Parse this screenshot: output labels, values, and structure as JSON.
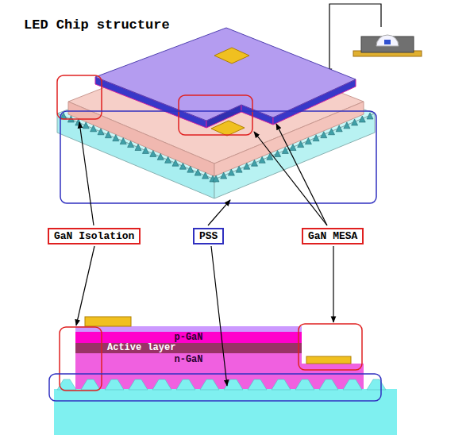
{
  "diagram": {
    "title": "LED Chip structure",
    "nodes": [
      {
        "text": [
          "GaN Isolation"
        ]
      },
      {
        "text": [
          "PSS"
        ]
      },
      {
        "text": [
          "GaN MESA"
        ]
      },
      {
        "text": [
          "p-GaN"
        ]
      },
      {
        "text": [
          "Active layer"
        ]
      },
      {
        "text": [
          "n-GaN"
        ]
      }
    ]
  }
}
